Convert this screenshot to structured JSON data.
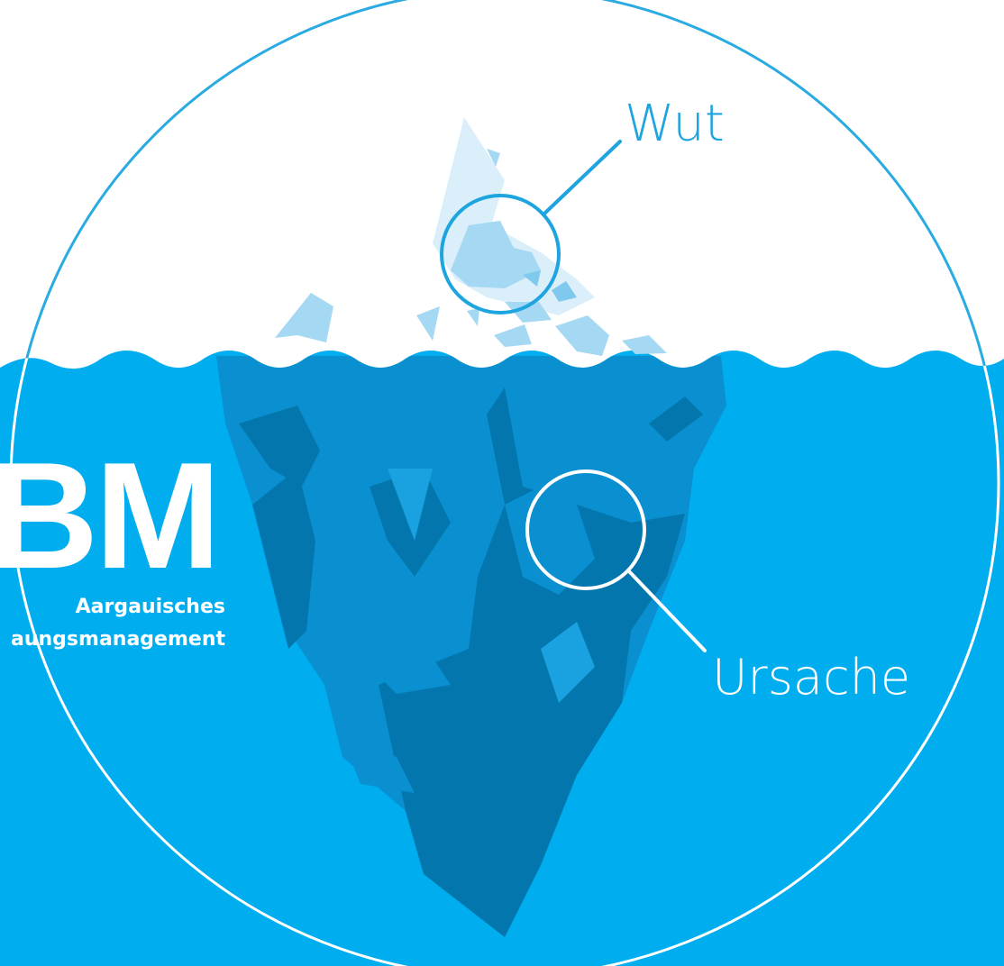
{
  "labels": {
    "top": "Wut",
    "bottom": "Ursache"
  },
  "brand": {
    "mark": "BM",
    "line1": "Aargauisches",
    "line2": "aungsmanagement"
  },
  "colors": {
    "water": "#00aeef",
    "sky": "#ffffff",
    "outline_top": "#29abe2",
    "outline_bottom": "#ffffff",
    "ice_light": "#dbeffa",
    "ice_mid": "#a5d8f3",
    "ice_accent": "#7fc9ef",
    "underwater_light": "#0a8fd0",
    "underwater_dark": "#0377ad"
  },
  "icons": {
    "magnifier_top": "magnifier-icon",
    "magnifier_bottom": "magnifier-icon"
  }
}
